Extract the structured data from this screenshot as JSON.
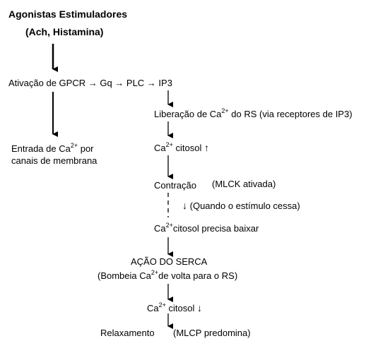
{
  "title": {
    "line1": "Agonistas Estimuladores",
    "line2": "(Ach, Histamina)"
  },
  "gpcr_line": "Ativação de GPCR → Gq → PLC → IP3",
  "left_branch": {
    "line1_prefix": "Entrada de ",
    "ion": "Ca",
    "charge": "2+",
    "line1_suffix": " por",
    "line2": "canais de membrana"
  },
  "steps": {
    "liberacao": {
      "prefix": "Liberação de ",
      "ion": "Ca",
      "charge": "2+",
      "suffix": " do RS  (via receptores  de IP3)"
    },
    "citosol_up": {
      "ion": "Ca",
      "charge": "2+",
      "suffix": " citosol",
      "arrow": "↑"
    },
    "contracao": {
      "label": "Contração",
      "note": "(MLCK ativada)"
    },
    "quando": {
      "arrow": "↓",
      "text": "(Quando o estímulo cessa)"
    },
    "precisa_baixar": {
      "ion": "Ca",
      "charge": "2+",
      "suffix": "citosol precisa baixar"
    },
    "serca_title": "AÇÃO DO SERCA",
    "bombeia": {
      "prefix": "(Bombeia ",
      "ion": "Ca",
      "charge": "2+",
      "suffix": "de volta para o RS)"
    },
    "citosol_down": {
      "ion": "Ca",
      "charge": "2+",
      "suffix": " citosol",
      "arrow": "↓"
    },
    "relaxamento": {
      "label": "Relaxamento",
      "note": "(MLCP predomina)"
    }
  }
}
